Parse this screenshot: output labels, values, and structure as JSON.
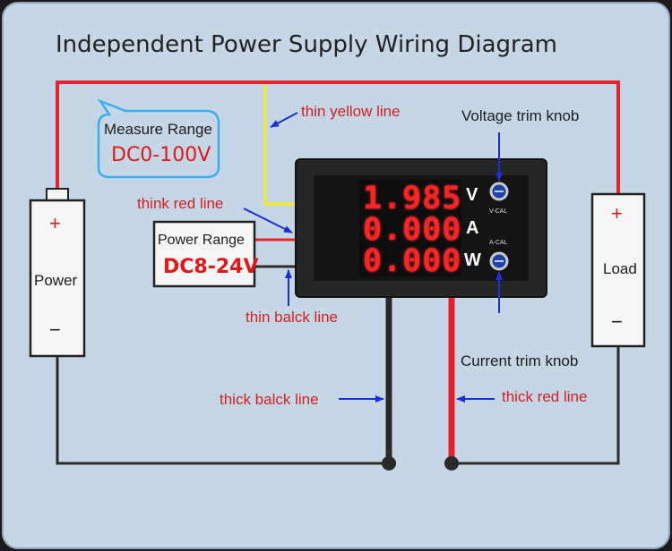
{
  "title": "Independent Power Supply Wiring Diagram",
  "measure": {
    "label": "Measure Range",
    "value": "DC0-100V"
  },
  "power_range": {
    "label": "Power Range",
    "value": "DC8-24V"
  },
  "power_source": {
    "label": "Power",
    "plus": "+",
    "minus": "−"
  },
  "load": {
    "label": "Load",
    "plus": "+",
    "minus": "−"
  },
  "meter": {
    "readings": [
      "1.985",
      "0.000",
      "0.000"
    ],
    "units": [
      "V",
      "A",
      "W"
    ],
    "v_cal": "V-CAL",
    "a_cal": "A-CAL"
  },
  "annotations": {
    "thin_yellow": "thin yellow line",
    "think_red": "think red line",
    "thin_black": "thin balck line",
    "thick_black": "thick balck line",
    "thick_red": "thick red line",
    "voltage_knob": "Voltage trim knob",
    "current_knob": "Current trim knob"
  },
  "colors": {
    "red_wire": "#e8222b",
    "black_wire": "#2a2a2a",
    "yellow_wire": "#f4ec1a",
    "arrow": "#1b2fd6",
    "display_digit": "#ff2424"
  }
}
